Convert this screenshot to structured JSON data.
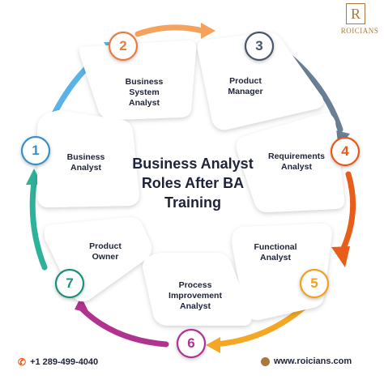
{
  "brand": {
    "name": "ROICIANS",
    "mark": "R"
  },
  "center_title": "Business Analyst\nRoles After BA\nTraining",
  "colors": {
    "orange": "#f4a25c",
    "slate": "#6b7f95",
    "red_orange": "#e85d1a",
    "amber": "#f5a623",
    "magenta": "#b0338f",
    "teal": "#2fb29a",
    "sky": "#5ab3e6",
    "text": "#1e2338"
  },
  "roles": [
    {
      "number": "1",
      "label": "Business\nAnalyst",
      "color": "#3a8fc8"
    },
    {
      "number": "2",
      "label": "Business\nSystem\nAnalyst",
      "color": "#e87b3c"
    },
    {
      "number": "3",
      "label": "Product\nManager",
      "color": "#4a5568"
    },
    {
      "number": "4",
      "label": "Requirements\nAnalyst",
      "color": "#e8581a"
    },
    {
      "number": "5",
      "label": "Functional\nAnalyst",
      "color": "#f0a020"
    },
    {
      "number": "6",
      "label": "Process\nImprovement\nAnalyst",
      "color": "#b0338f"
    },
    {
      "number": "7",
      "label": "Product\nOwner",
      "color": "#1f8f7a"
    }
  ],
  "contact": {
    "phone": "+1 289-499-4040",
    "website": "www.roicians.com",
    "phone_icon": "phone-icon",
    "web_icon": "globe-icon"
  }
}
